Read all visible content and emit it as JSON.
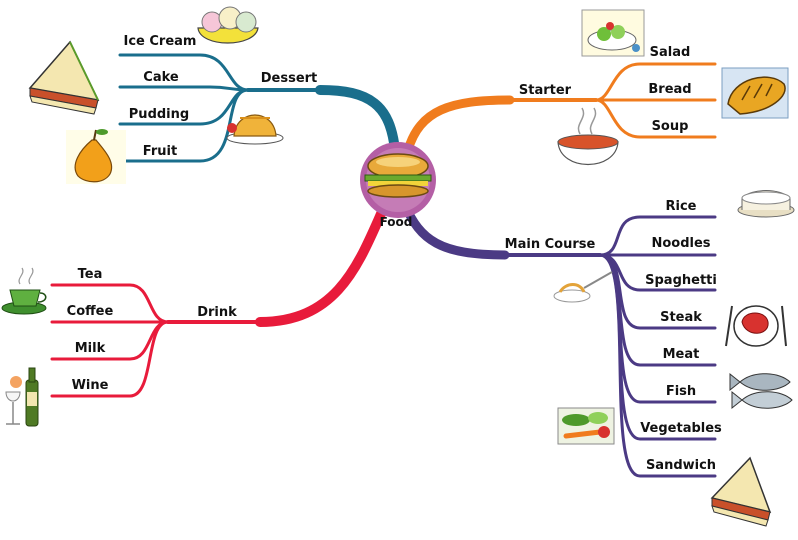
{
  "center": {
    "label": "Food"
  },
  "colors": {
    "dessert": "#1a6e8c",
    "starter": "#f07c1e",
    "main_course": "#4b3a84",
    "drink": "#e81b3b"
  },
  "branches": {
    "dessert": {
      "label": "Dessert",
      "items": [
        "Ice Cream",
        "Cake",
        "Pudding",
        "Fruit"
      ]
    },
    "starter": {
      "label": "Starter",
      "items": [
        "Salad",
        "Bread",
        "Soup"
      ]
    },
    "main_course": {
      "label": "Main Course",
      "items": [
        "Rice",
        "Noodles",
        "Spaghetti",
        "Steak",
        "Meat",
        "Fish",
        "Vegetables",
        "Sandwich"
      ]
    },
    "drink": {
      "label": "Drink",
      "items": [
        "Tea",
        "Coffee",
        "Milk",
        "Wine"
      ]
    }
  },
  "icons": [
    "ice-cream-icon",
    "sandwich-icon",
    "jelly-pudding-icon",
    "pear-icon",
    "salad-icon",
    "bread-icon",
    "soup-icon",
    "burger-icon",
    "rice-icon",
    "spaghetti-icon",
    "steak-icon",
    "fish-icon",
    "vegetables-icon",
    "tea-cup-icon",
    "wine-icon"
  ]
}
